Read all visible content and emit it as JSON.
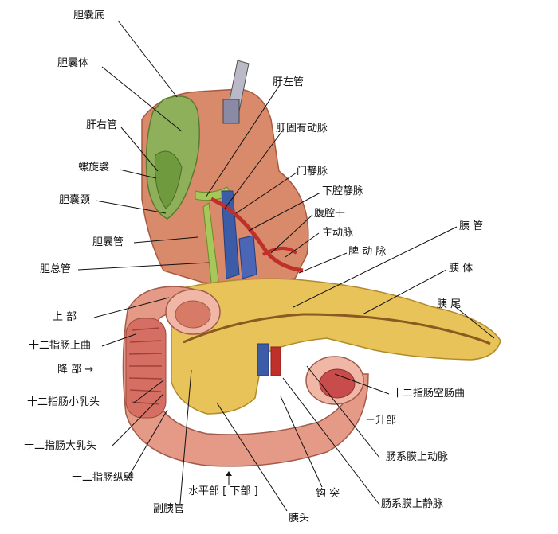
{
  "labels": {
    "gallbladder_fundus": "胆囊底",
    "gallbladder_body": "胆囊体",
    "right_hepatic_duct": "肝右管",
    "spiral_fold": "螺旋襞",
    "gallbladder_neck": "胆囊颈",
    "cystic_duct": "胆囊管",
    "common_bile_duct": "胆总管",
    "superior_part": "上 部",
    "superior_flexure": "十二指肠上曲",
    "descending_part": "降 部 →",
    "minor_papilla": "十二指肠小乳头",
    "major_papilla": "十二指肠大乳头",
    "longitudinal_fold": "十二指肠纵襞",
    "accessory_duct": "副胰管",
    "horizontal_part": "水平部 [ 下部 ]",
    "pancreas_head": "胰头",
    "uncinate_process": "钩 突",
    "sup_mesenteric_vein": "肠系膜上静脉",
    "sup_mesenteric_artery": "肠系膜上动脉",
    "ascending_part": "－升部",
    "duodenojejunal_flexure": "十二指肠空肠曲",
    "pancreas_tail": "胰 尾",
    "pancreas_body": "胰 体",
    "pancreatic_duct": "胰 管",
    "splenic_artery": "脾 动 脉",
    "aorta": "主动脉",
    "celiac_trunk": "腹腔干",
    "ivc": "下腔静脉",
    "portal_vein": "门静脉",
    "proper_hepatic_artery": "肝固有动脉",
    "left_hepatic_duct": "肝左管"
  }
}
